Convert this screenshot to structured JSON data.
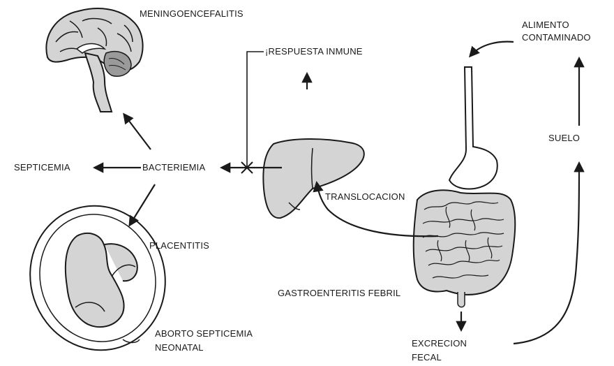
{
  "colors": {
    "ink": "#1a1a1a",
    "organ_fill": "#d4d4d4",
    "background": "#ffffff"
  },
  "labels": {
    "meningoencefalitis": "MENINGOENCEFALITIS",
    "alimento_line1": "ALIMENTO",
    "alimento_line2": "CONTAMINADO",
    "respuesta_inmune": "¡RESPUESTA INMUNE",
    "suelo": "SUELO",
    "septicemia": "SEPTICEMIA",
    "bacteriemia": "BACTERIEMIA",
    "translocacion": "TRANSLOCACION",
    "placentitis": "PLACENTITIS",
    "gastroenteritis": "GASTROENTERITIS FEBRIL",
    "aborto_line1": "ABORTO SEPTICEMIA",
    "aborto_line2": "NEONATAL",
    "excrecion_line1": "EXCRECION",
    "excrecion_line2": "FECAL"
  },
  "icons": [
    "brain-illustration",
    "liver-illustration",
    "digestive-tract-illustration",
    "fetus-in-uterus-illustration"
  ]
}
